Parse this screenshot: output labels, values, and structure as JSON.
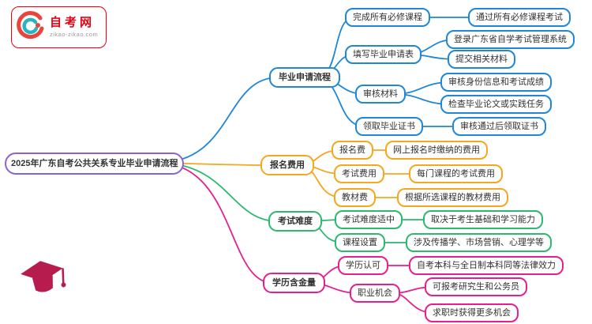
{
  "logo": {
    "name": "自考网",
    "domain": "zikao-zikao.com"
  },
  "colors": {
    "blue": "#1f87d6",
    "orange": "#f5a71f",
    "green": "#2db870",
    "magenta": "#e5208e",
    "purple": "#8a63d2",
    "logo_red": "#e60012",
    "cap_red": "#b71c4e"
  },
  "root": {
    "label": "2025年广东自考公共关系专业毕业申请流程"
  },
  "branches": [
    {
      "label": "毕业申请流程",
      "color": "#1f87d6",
      "children": [
        {
          "label": "完成所有必修课程",
          "children": [
            {
              "label": "通过所有必修课程考试"
            }
          ]
        },
        {
          "label": "填写毕业申请表",
          "children": [
            {
              "label": "登录广东省自学考试管理系统"
            },
            {
              "label": "提交相关材料"
            }
          ]
        },
        {
          "label": "审核材料",
          "children": [
            {
              "label": "审核身份信息和考试成绩"
            },
            {
              "label": "检查毕业论文或实践任务"
            }
          ]
        },
        {
          "label": "领取毕业证书",
          "children": [
            {
              "label": "审核通过后领取证书"
            }
          ]
        }
      ]
    },
    {
      "label": "报名费用",
      "color": "#f5a71f",
      "children": [
        {
          "label": "报名费",
          "children": [
            {
              "label": "网上报名时缴纳的费用"
            }
          ]
        },
        {
          "label": "考试费用",
          "children": [
            {
              "label": "每门课程的考试费用"
            }
          ]
        },
        {
          "label": "教材费",
          "children": [
            {
              "label": "根据所选课程的教材费用"
            }
          ]
        }
      ]
    },
    {
      "label": "考试难度",
      "color": "#2db870",
      "children": [
        {
          "label": "考试难度适中",
          "children": [
            {
              "label": "取决于考生基础和学习能力"
            }
          ]
        },
        {
          "label": "课程设置",
          "children": [
            {
              "label": "涉及传播学、市场营销、心理学等"
            }
          ]
        }
      ]
    },
    {
      "label": "学历含金量",
      "color": "#e5208e",
      "children": [
        {
          "label": "学历认可",
          "children": [
            {
              "label": "自考本科与全日制本科同等法律效力"
            }
          ]
        },
        {
          "label": "职业机会",
          "children": [
            {
              "label": "可报考研究生和公务员"
            },
            {
              "label": "求职时获得更多机会"
            }
          ]
        }
      ]
    }
  ]
}
